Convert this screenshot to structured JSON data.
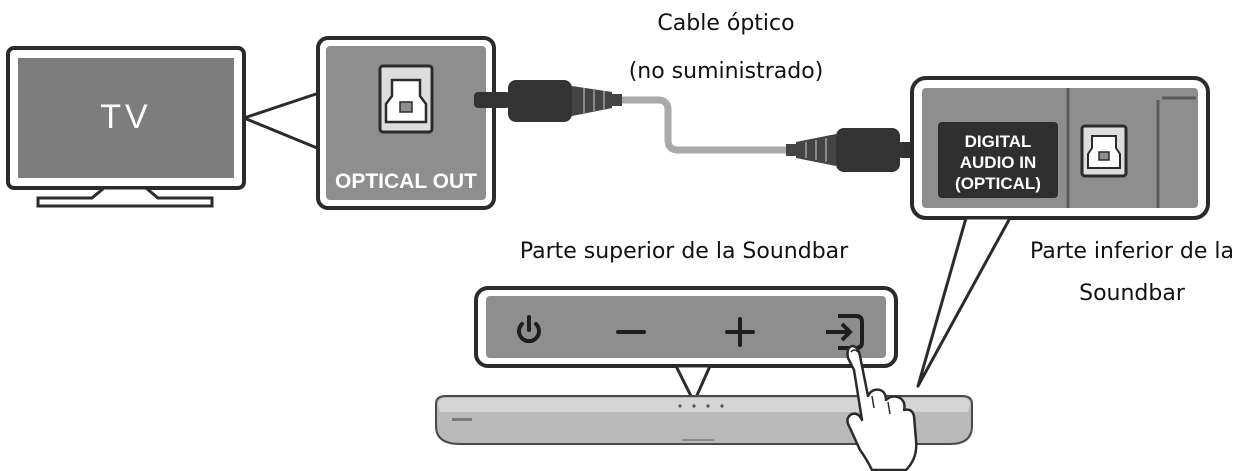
{
  "tv": {
    "label": "TV"
  },
  "tv_port": {
    "label": "OPTICAL OUT"
  },
  "cable": {
    "title": "Cable óptico",
    "note": "(no suministrado)"
  },
  "soundbar_port": {
    "line1": "DIGITAL",
    "line2": "AUDIO IN",
    "line3": "(OPTICAL)"
  },
  "labels": {
    "top_view": "Parte superior de la Soundbar",
    "bottom_view_line1": "Parte inferior de la",
    "bottom_view_line2": "Soundbar"
  },
  "buttons": [
    {
      "icon": "power-icon"
    },
    {
      "icon": "minus-icon"
    },
    {
      "icon": "plus-icon"
    },
    {
      "icon": "source-input-icon"
    }
  ],
  "colors": {
    "panel": "#8e8e8e",
    "panel_dark": "#6f6f6f",
    "outline": "#2b2b2b",
    "cable": "#a9a9a9",
    "connector": "#333333"
  }
}
